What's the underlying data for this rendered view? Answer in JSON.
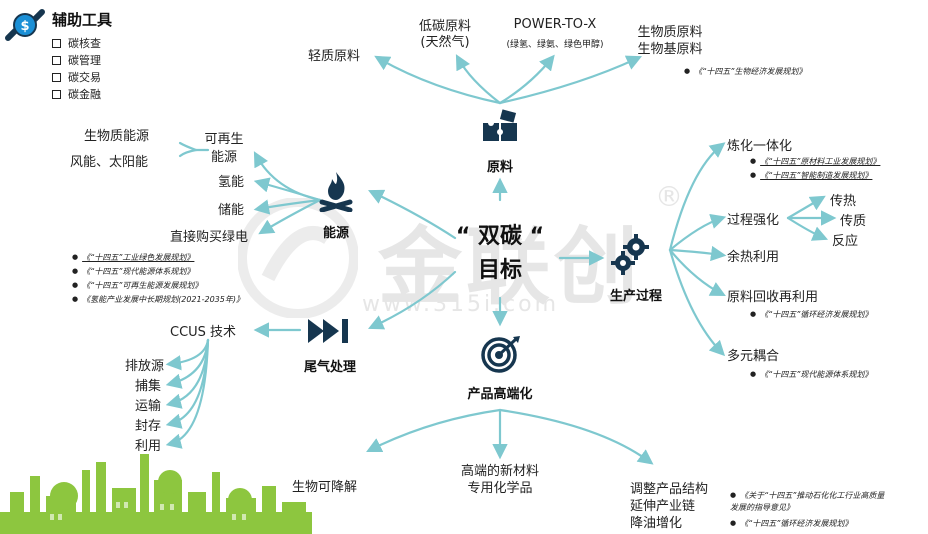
{
  "colors": {
    "accent": "#16364f",
    "line": "#7ec8cf",
    "factory": "#8dc63f",
    "watermark": "#e6e6e6"
  },
  "tools": {
    "title": "辅助工具",
    "items": [
      "碳核查",
      "碳管理",
      "碳交易",
      "碳金融"
    ]
  },
  "center": {
    "line1": "“ 双碳 “",
    "line2": "目标"
  },
  "watermark": {
    "brand": "金联创",
    "url": "www.315i.com",
    "reg": "®"
  },
  "raw": {
    "title": "原料",
    "icon": "puzzle-icon",
    "light": "轻质原料",
    "lowcarbon_line1": "低碳原料",
    "lowcarbon_line2": "(天然气)",
    "ptx": "POWER-TO-X",
    "ptx_sub": "(绿氢、绿氨、绿色甲醇)",
    "bio_line1": "生物质原料",
    "bio_line2": "生物基原料",
    "doc": "《“十四五”生物经济发展规划》"
  },
  "energy": {
    "title": "能源",
    "icon": "fire-icon",
    "biomass": "生物质能源",
    "windsolar": "风能、太阳能",
    "renew_line1": "可再生",
    "renew_line2": "能源",
    "hydrogen": "氢能",
    "storage": "储能",
    "green": "直接购买绿电",
    "docs": [
      "《“十四五”工业绿色发展规划》",
      "《“十四五”现代能源体系规划》",
      "《“十四五”可再生能源发展规划》",
      "《氢能产业发展中长期规划(2021-2035年)》"
    ]
  },
  "tail": {
    "title": "尾气处理",
    "icon": "fast-forward-icon",
    "ccus": "CCUS 技术",
    "items": [
      "排放源",
      "捕集",
      "运输",
      "封存",
      "利用"
    ]
  },
  "process": {
    "title": "生产过程",
    "icon": "gears-icon",
    "refine": "炼化一体化",
    "refine_docs": [
      "《“十四五”原材料工业发展规划》",
      "《“十四五”智能制造发展规划》"
    ],
    "intens": "过程强化",
    "intens_items": [
      "传热",
      "传质",
      "反应"
    ],
    "waste_heat": "余热利用",
    "recycle": "原料回收再利用",
    "recycle_doc": "《“十四五”循环经济发展规划》",
    "coupling": "多元耦合",
    "coupling_doc": "《“十四五”现代能源体系规划》"
  },
  "product": {
    "title": "产品高端化",
    "icon": "target-icon",
    "bio": "生物可降解",
    "newmat_line1": "高端的新材料",
    "newmat_line2": "专用化学品",
    "adjust_line1": "调整产品结构",
    "adjust_line2": "延伸产业链",
    "adjust_line3": "降油增化",
    "docs": [
      "《关于“十四五”推动石化化工行业高质量发展的指导意见》",
      "《“十四五”循环经济发展规划》"
    ]
  }
}
